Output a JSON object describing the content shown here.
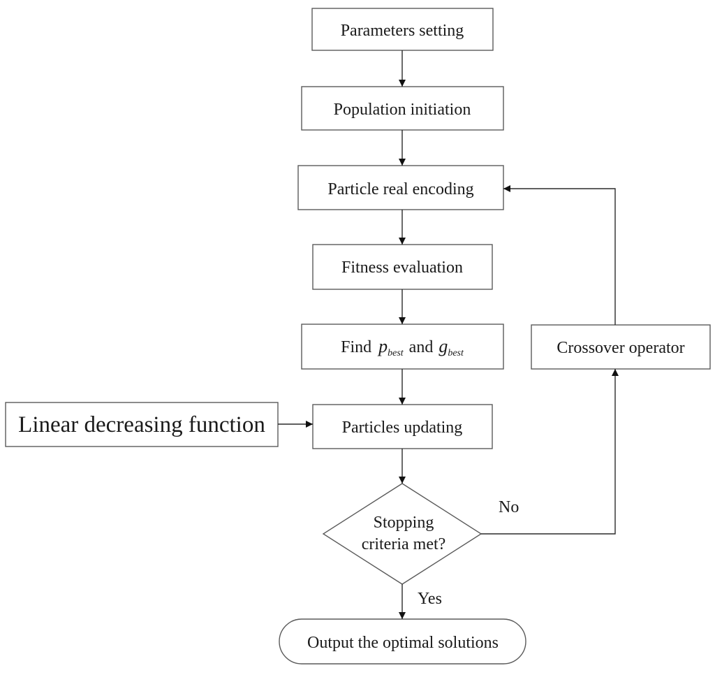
{
  "nodes": {
    "parameters_setting": "Parameters setting",
    "population_initiation": "Population initiation",
    "particle_real_encoding": "Particle real encoding",
    "fitness_evaluation": "Fitness evaluation",
    "find_best": {
      "find": "Find",
      "p": "p",
      "p_sub": "best",
      "and": "and",
      "g": "g",
      "g_sub": "best"
    },
    "particles_updating": "Particles updating",
    "linear_decreasing_function": "Linear decreasing function",
    "crossover_operator": "Crossover operator",
    "stopping_line1": "Stopping",
    "stopping_line2": "criteria met?",
    "output": "Output the optimal solutions"
  },
  "edge_labels": {
    "no": "No",
    "yes": "Yes"
  }
}
